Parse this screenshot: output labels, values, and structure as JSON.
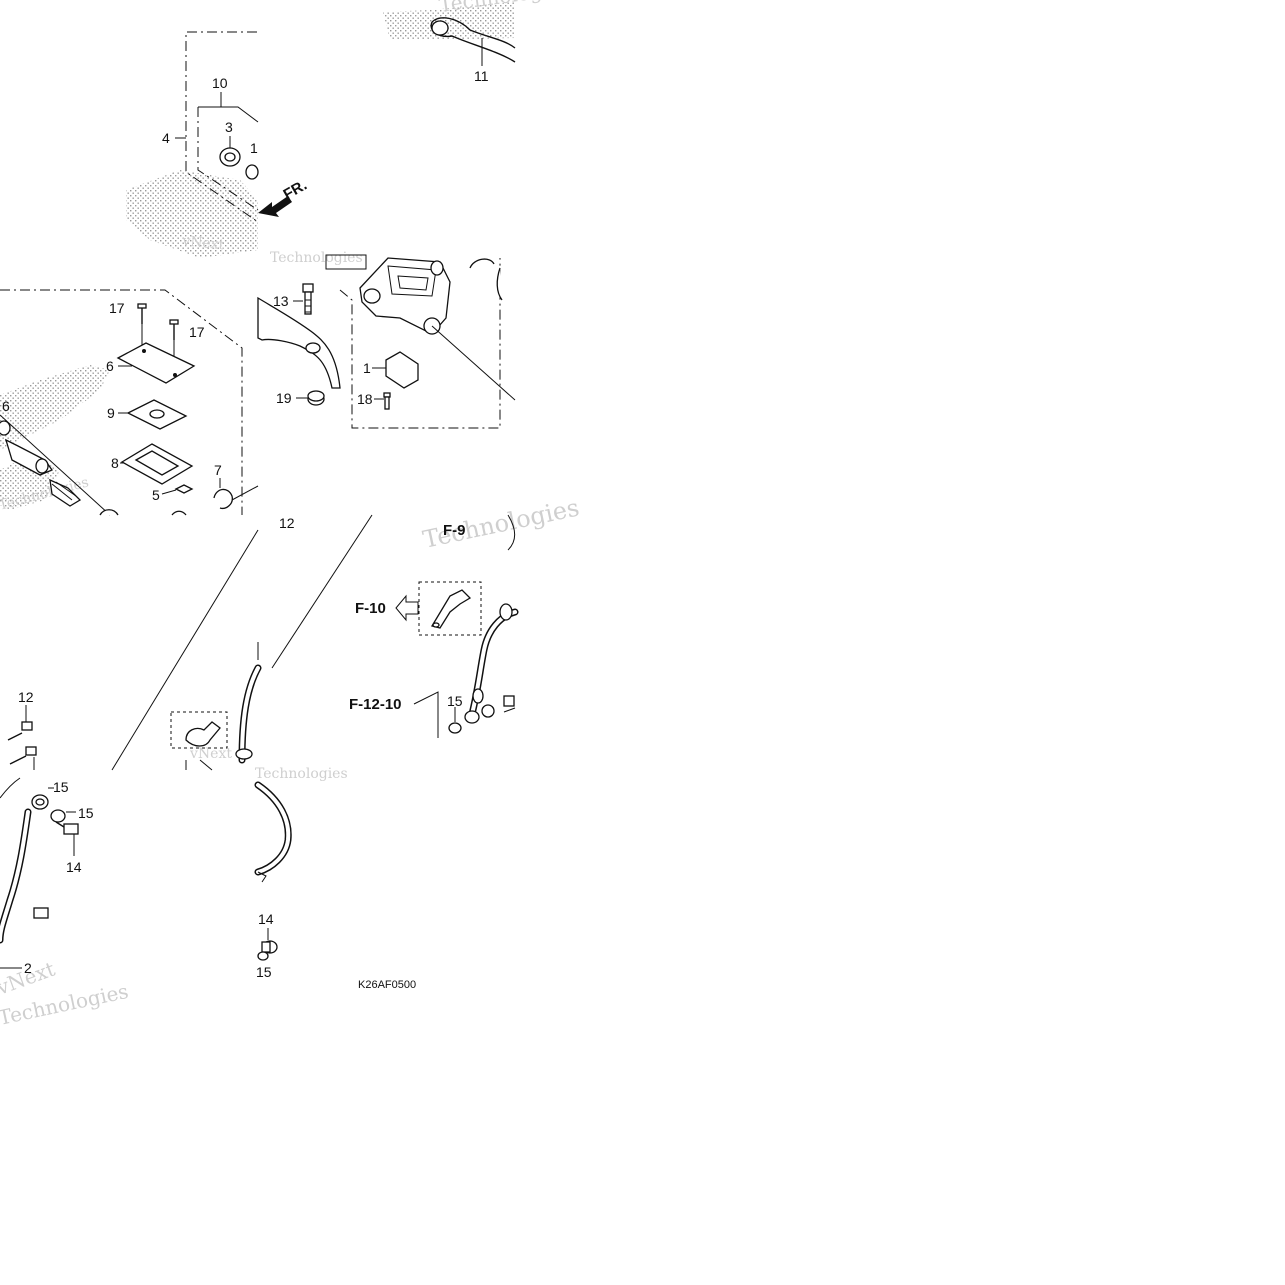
{
  "diagram": {
    "code": "K26AF0500",
    "direction_label": "FR.",
    "references": {
      "f10": "F-10",
      "f12_10": "F-12-10",
      "f9": "F-9"
    },
    "callouts": {
      "c1": "1",
      "c2": "2",
      "c3": "3",
      "c4": "4",
      "c5": "5",
      "c6a": "6",
      "c6b": "6",
      "c7": "7",
      "c8": "8",
      "c9": "9",
      "c10": "10",
      "c11": "11",
      "c12a": "12",
      "c12b": "12",
      "c13": "13",
      "c14a": "14",
      "c14b": "14",
      "c15a": "15",
      "c15b": "15",
      "c15c": "15",
      "c15d": "15",
      "c17a": "17",
      "c17b": "17",
      "c18": "18",
      "c19": "19"
    },
    "watermarks": [
      "vNext",
      "Technologies"
    ]
  }
}
